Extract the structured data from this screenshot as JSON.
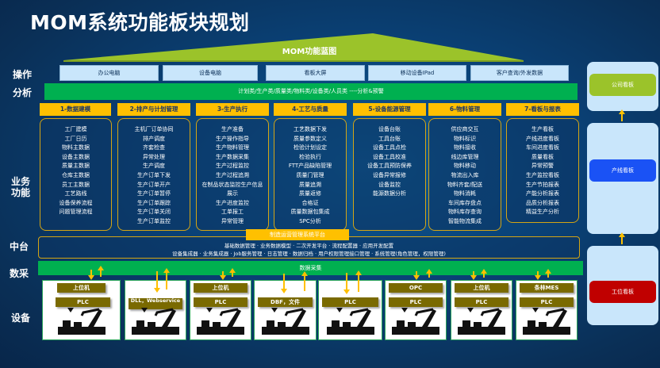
{
  "title": "MOM系统功能板块规划",
  "blueprint_label": "MOM功能蓝图",
  "row_labels": {
    "ops": "操作",
    "analysis": "分析",
    "business_1": "业务",
    "business_2": "功能",
    "middle": "中台",
    "daq": "数采",
    "devices": "设备"
  },
  "ops_items": [
    "办公电脑",
    "设备电脑",
    "看板大屏",
    "移动设备IPad",
    "客户查询/外发数据"
  ],
  "analysis_text": "计划类/生产类/质量类/物料类/设备类/人员类 ----分析&预警",
  "modules": [
    {
      "title": "1-数据建模",
      "items": [
        "工厂建模",
        "工厂日历",
        "物料主数据",
        "设备主数据",
        "质量主数据",
        "仓库主数据",
        "员工主数据",
        "工艺路线",
        "设备保养流程",
        "问题管理流程"
      ]
    },
    {
      "title": "2-排产与计划管理",
      "items": [
        "主机厂订单协同",
        "排产调度",
        "齐套检查",
        "异常处理",
        "生产调度",
        "生产订单下发",
        "生产订单开产",
        "生产订单暂停",
        "生产订单跟踪",
        "生产订单关闭",
        "生产订单监控"
      ]
    },
    {
      "title": "3-生产执行",
      "items": [
        "生产准备",
        "生产操作指导",
        "生产物料管理",
        "生产数据采集",
        "生产过程监控",
        "生产过程追溯",
        "在制品状态监控生产信息展示",
        "生产进度监控",
        "工单报工",
        "异常管理"
      ]
    },
    {
      "title": "4-工艺与质量",
      "items": [
        "工艺数据下发",
        "质量参数定义",
        "检验计划设定",
        "检验执行",
        "FTT产品缺陷管理",
        "质量门管理",
        "质量追溯",
        "质量返修",
        "合格证",
        "质量数据包集成",
        "SPC分析"
      ]
    },
    {
      "title": "5-设备能源管理",
      "items": [
        "设备台账",
        "工具台账",
        "设备工具点检",
        "设备工具校准",
        "设备工具预防保养",
        "设备异常报修",
        "设备监控",
        "能源数据分析"
      ]
    },
    {
      "title": "6-物料管理",
      "items": [
        "供应商交互",
        "物料标识",
        "物料接收",
        "线边库管理",
        "物料移动",
        "物流出入库",
        "物料齐套/配送",
        "物料消耗",
        "车间库存盘点",
        "物料库存查询",
        "智能物流集成"
      ]
    },
    {
      "title": "7-看板与报表",
      "items": [
        "生产看板",
        "产线进度看板",
        "车间进度看板",
        "质量看板",
        "异常预警",
        "生产监控看板",
        "生产节拍报表",
        "产能分析报表",
        "品质分析报表",
        "精益生产分析"
      ]
    }
  ],
  "middle_platform": {
    "badge": "制造运营管理系统平台",
    "line1": "基础数据管理 · 业务数据模型 · 二次开发平台 · 流程配置器 · 应用开发配置",
    "line2": "设备集成器 · 业务集成器 · Job服务管理 · 日志管理 · 数据归档 · 用户权限管理接口管理 · 系统管理(角色管理，权限管理)"
  },
  "daq_label": "数据采集",
  "devices": [
    {
      "tags": [
        "上位机",
        "PLC"
      ]
    },
    {
      "tags": [
        "DLL，Webservice"
      ]
    },
    {
      "tags": [
        "上位机",
        "PLC"
      ]
    },
    {
      "tags": [
        "DBF，文件"
      ]
    },
    {
      "tags": [
        "PLC"
      ]
    },
    {
      "tags": [
        "OPC",
        "PLC"
      ]
    },
    {
      "tags": [
        "上位机",
        "PLC"
      ]
    },
    {
      "tags": [
        "条林MES",
        "PLC"
      ]
    }
  ],
  "right_panel": {
    "company": "公司看板",
    "line": "产线看板",
    "station": "工位看板",
    "colors": {
      "company": "#9bc32a",
      "line": "#1a52f5",
      "station": "#c00000"
    }
  },
  "colors": {
    "accent_yellow": "#ffc000",
    "green": "#00b050",
    "light_blue": "#c9e6fb",
    "olive": "#7a6a00"
  }
}
